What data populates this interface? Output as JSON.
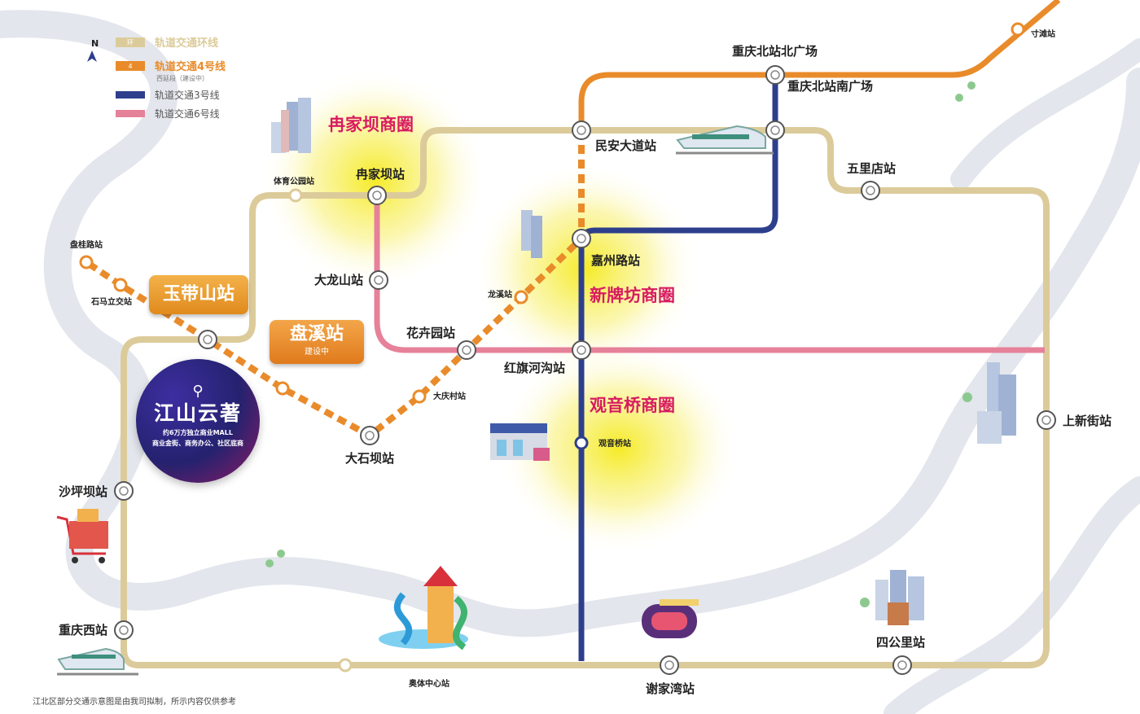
{
  "legend": {
    "north": "N",
    "items": [
      {
        "key": "loop",
        "badge": "环",
        "label": "轨道交通环线",
        "sub": "",
        "color": "#dccb9a"
      },
      {
        "key": "line4",
        "badge": "4",
        "label": "轨道交通4号线",
        "sub": "西延段（建设中）",
        "color": "#e98b2a"
      },
      {
        "key": "line3",
        "badge": "",
        "label": "轨道交通3号线",
        "sub": "",
        "color": "#2d3f8c"
      },
      {
        "key": "line6",
        "badge": "",
        "label": "轨道交通6号线",
        "sub": "",
        "color": "#e6819a"
      }
    ]
  },
  "zones": {
    "ranjiaba": "冉家坝商圈",
    "xinpaifang": "新牌坊商圈",
    "guanyinqiao": "观音桥商圈"
  },
  "stations": {
    "cuntan": "寸滩站",
    "chongqing_north_north": "重庆北站北广场",
    "chongqing_north_south": "重庆北站南广场",
    "minan_avenue": "民安大道站",
    "wulidian": "五里店站",
    "tiyu_park": "体育公园站",
    "ranjiaba": "冉家坝站",
    "pangui_road": "盘桂路站",
    "shimali": "石马立交站",
    "dalongshan": "大龙山站",
    "jiazhou_road": "嘉州路站",
    "longxi": "龙溪站",
    "huahuiyuan": "花卉园站",
    "hongqihegou": "红旗河沟站",
    "daqing_village": "大庆村站",
    "dashiba": "大石坝站",
    "guanyinqiao": "观音桥站",
    "shangxinjie": "上新街站",
    "shapingba": "沙坪坝站",
    "chongqing_west": "重庆西站",
    "olympic_center": "奥体中心站",
    "xiejiawan": "谢家湾站",
    "sigongli": "四公里站"
  },
  "callouts": {
    "yudaishan": "玉带山站",
    "panxi": "盘溪站",
    "panxi_status": "建设中"
  },
  "project": {
    "pin": "⚲",
    "name": "江山云著",
    "line1": "约6万方独立商业MALL",
    "line2": "商业金街、商务办公、社区底商"
  },
  "footnote": "江北区部分交通示意图是由我司拟制，所示内容仅供参考"
}
